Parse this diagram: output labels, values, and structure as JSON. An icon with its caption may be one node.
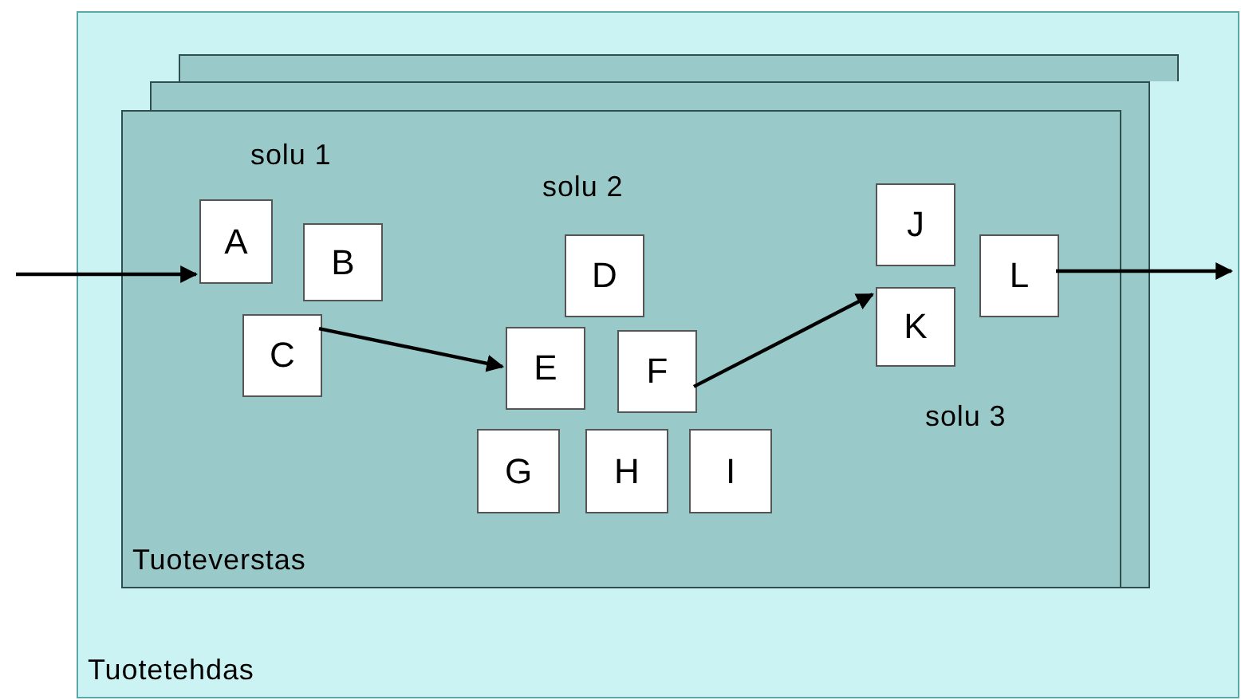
{
  "diagram": {
    "nodes": [
      {
        "text": [
          "Tuotetehdas"
        ]
      },
      {
        "text": [
          "Tuoteverstas"
        ],
        "in": 0
      },
      {
        "text": [
          "A"
        ],
        "in": 1
      },
      {
        "text": [
          "B"
        ],
        "in": 1
      },
      {
        "text": [
          "C"
        ],
        "in": 1
      },
      {
        "text": [
          "D"
        ],
        "in": 1
      },
      {
        "text": [
          "E"
        ],
        "in": 1
      },
      {
        "text": [
          "F"
        ],
        "in": 1
      },
      {
        "text": [
          "G"
        ],
        "in": 1
      },
      {
        "text": [
          "H"
        ],
        "in": 1
      },
      {
        "text": [
          "I"
        ],
        "in": 1
      },
      {
        "text": [
          "J"
        ],
        "in": 1
      },
      {
        "text": [
          "K"
        ],
        "in": 1
      },
      {
        "text": [
          "L"
        ],
        "in": 1
      }
    ],
    "edges": [
      {
        "from": null,
        "to": 2,
        "arrow": "to"
      },
      {
        "from": 4,
        "to": 6,
        "arrow": "to"
      },
      {
        "from": 7,
        "to": 12,
        "arrow": "to"
      },
      {
        "from": 13,
        "to": null,
        "arrow": "to"
      }
    ],
    "labels": [
      "solu 1",
      "solu 2",
      "solu 3"
    ]
  }
}
